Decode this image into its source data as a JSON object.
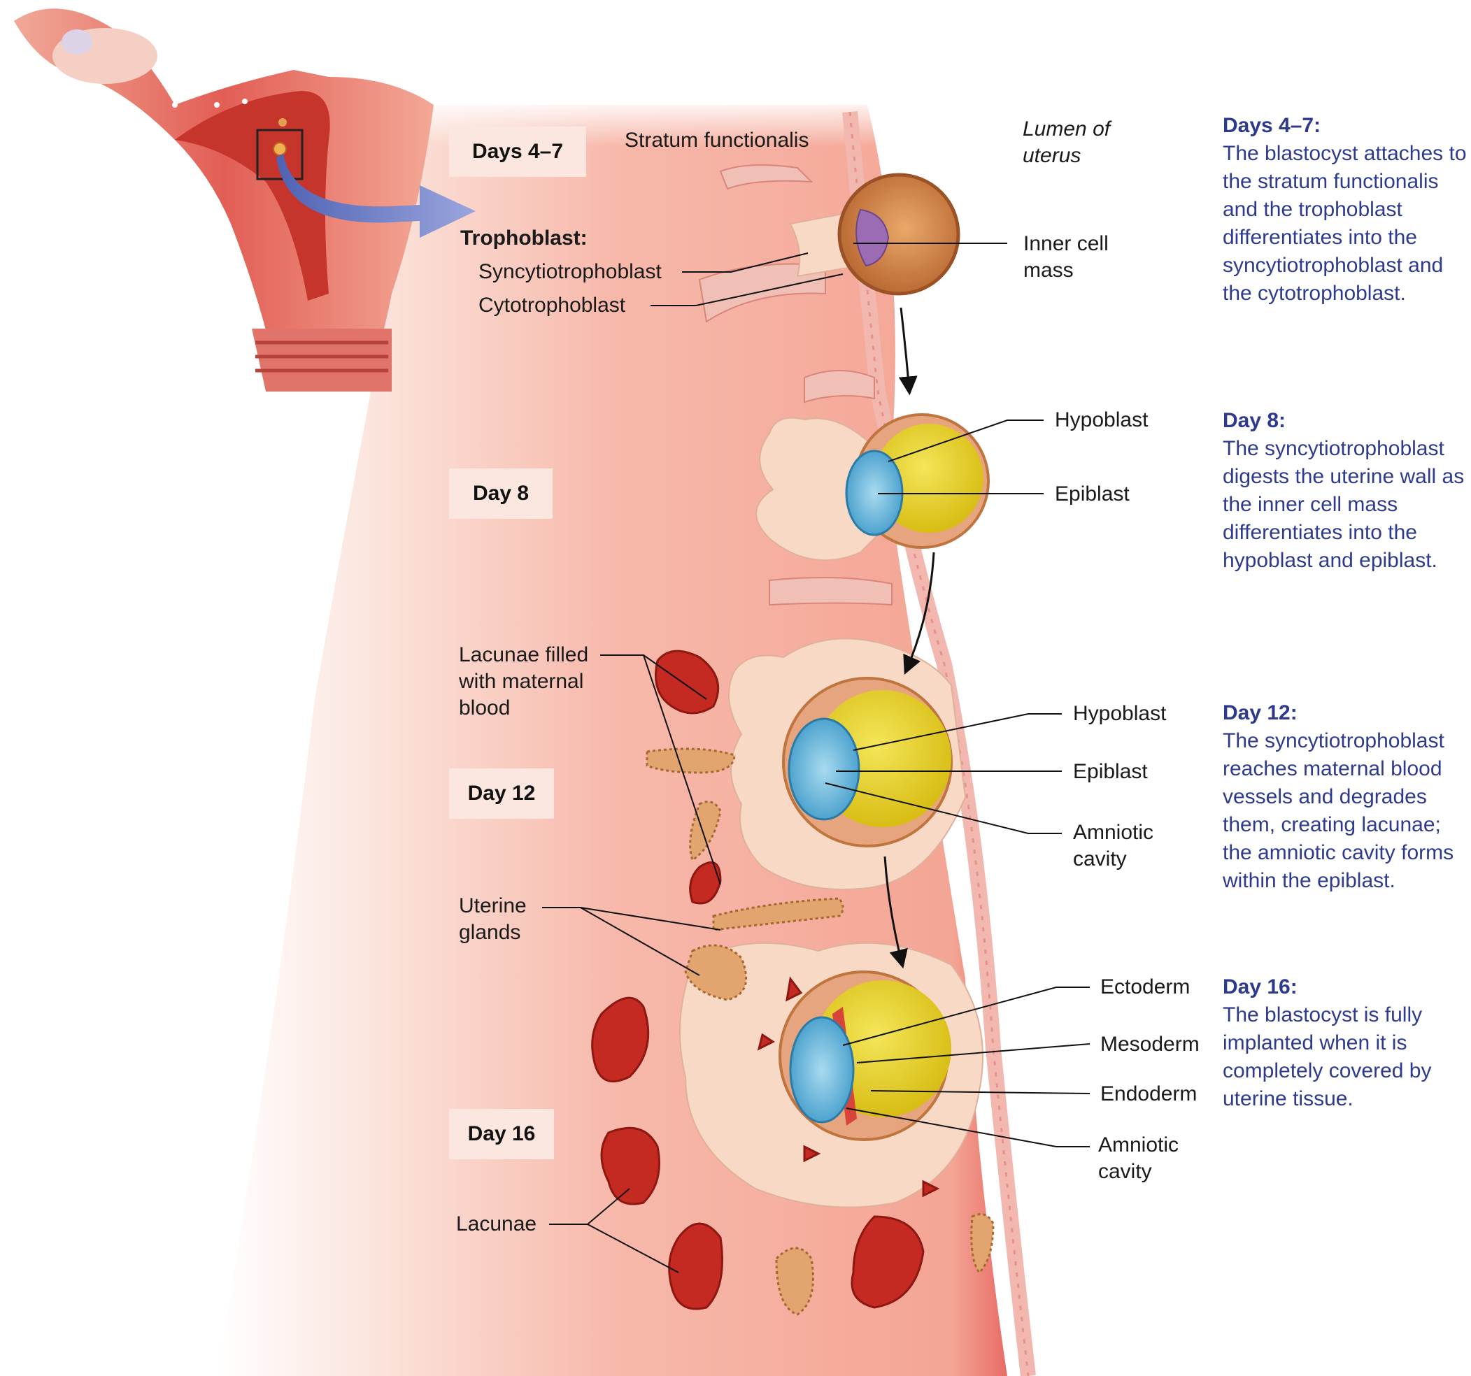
{
  "stage_boxes": {
    "days_4_7": "Days 4–7",
    "day_8": "Day 8",
    "day_12": "Day 12",
    "day_16": "Day 16"
  },
  "labels": {
    "stratum_functionalis": "Stratum functionalis",
    "lumen_of_uterus": "Lumen of\nuterus",
    "trophoblast_heading": "Trophoblast:",
    "syncytiotrophoblast": "Syncytiotrophoblast",
    "cytotrophoblast": "Cytotrophoblast",
    "inner_cell_mass": "Inner cell\nmass",
    "day8_hypoblast": "Hypoblast",
    "day8_epiblast": "Epiblast",
    "lacunae_filled": "Lacunae filled\nwith maternal\nblood",
    "day12_hypoblast": "Hypoblast",
    "day12_epiblast": "Epiblast",
    "day12_amniotic_cavity": "Amniotic\ncavity",
    "uterine_glands": "Uterine\nglands",
    "ectoderm": "Ectoderm",
    "mesoderm": "Mesoderm",
    "endoderm": "Endoderm",
    "day16_amniotic_cavity": "Amniotic\ncavity",
    "lacunae": "Lacunae"
  },
  "descriptions": [
    {
      "heading": "Days 4–7:",
      "body": "The blastocyst attaches to the stratum functionalis and the trophoblast differentiates into the syncytiotrophoblast and the cytotrophoblast."
    },
    {
      "heading": "Day 8:",
      "body": "The syncytiotrophoblast digests the uterine wall as the inner cell mass differentiates into the hypoblast and epiblast."
    },
    {
      "heading": "Day 12:",
      "body": "The syncytiotrophoblast reaches maternal blood vessels and degrades them, creating lacunae; the amniotic cavity forms within the epiblast."
    },
    {
      "heading": "Day 16:",
      "body": "The blastocyst is fully implanted when it is completely covered by uterine tissue."
    }
  ],
  "colors": {
    "heading_blue": "#2e3a8c",
    "tissue_pink": "#f6b3a6",
    "trophoblast_cream": "#f7d9c6",
    "yolk_yellow": "#e8d21c",
    "epiblast_blue": "#5cb6dc",
    "blood_red": "#c52a22",
    "gland_tan": "#e2a56f",
    "arrow_blue": "#6b7fc7"
  }
}
